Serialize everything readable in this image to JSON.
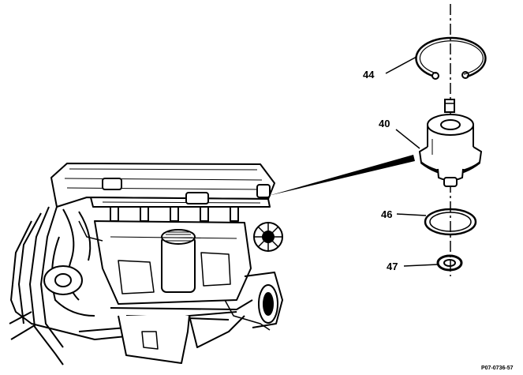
{
  "callouts": [
    {
      "id": "44",
      "text": "44"
    },
    {
      "id": "40",
      "text": "40"
    },
    {
      "id": "46",
      "text": "46"
    },
    {
      "id": "47",
      "text": "47"
    }
  ],
  "figure_ref": "P07-0736-57",
  "colors": {
    "line": "#000000",
    "background": "#ffffff"
  }
}
